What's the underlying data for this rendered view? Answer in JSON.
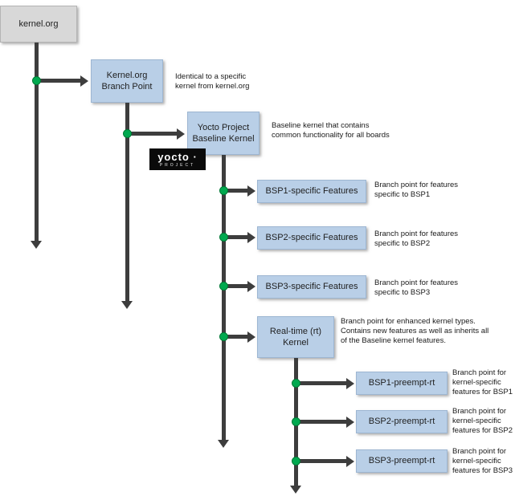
{
  "nodes": {
    "kernel_org": {
      "label": "kernel.org"
    },
    "branch_point": {
      "label": "Kernel.org\nBranch Point"
    },
    "baseline": {
      "label": "Yocto Project\nBaseline Kernel"
    },
    "bsp1": {
      "label": "BSP1-specific Features"
    },
    "bsp2": {
      "label": "BSP2-specific Features"
    },
    "bsp3": {
      "label": "BSP3-specific Features"
    },
    "rt_kernel": {
      "label": "Real-time (rt)\nKernel"
    },
    "bsp1_rt": {
      "label": "BSP1-preempt-rt"
    },
    "bsp2_rt": {
      "label": "BSP2-preempt-rt"
    },
    "bsp3_rt": {
      "label": "BSP3-preempt-rt"
    }
  },
  "notes": {
    "branch_point": "Identical to a specific\nkernel from kernel.org",
    "baseline": "Baseline kernel that contains\ncommon functionality for all boards",
    "bsp1": "Branch point for features\nspecific to BSP1",
    "bsp2": "Branch point for features\nspecific to BSP2",
    "bsp3": "Branch point for features\nspecific to BSP3",
    "rt_kernel": "Branch point for enhanced kernel types.\nContains new features as well as inherits all\nof the Baseline kernel features.",
    "bsp1_rt": "Branch point for\nkernel-specific\nfeatures for BSP1",
    "bsp2_rt": "Branch point for\nkernel-specific\nfeatures for BSP2",
    "bsp3_rt": "Branch point for\nkernel-specific\nfeatures for BSP3"
  },
  "logo": {
    "brand": "yocto ·",
    "sub": "PROJECT"
  },
  "colors": {
    "node_fill": "#b9cfe7",
    "root_fill": "#d8d8d8",
    "line": "#3d3d3d",
    "branch_dot": "#00a94f",
    "logo_bg": "#0a0a0a"
  }
}
